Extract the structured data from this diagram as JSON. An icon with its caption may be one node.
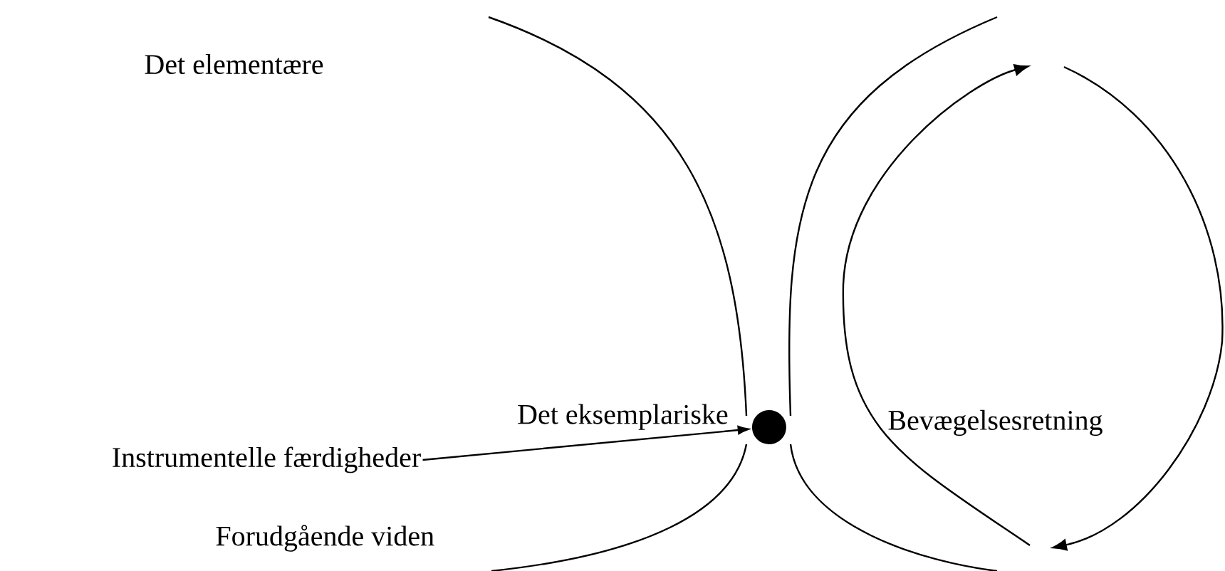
{
  "diagram": {
    "nodes": [
      {
        "text": [],
        "shape": "circle",
        "beside": [
          "Det eksemplariske"
        ]
      },
      {
        "text": [
          "Instrumentelle færdigheder"
        ]
      }
    ],
    "edges": [
      {
        "from": 1,
        "to": 0,
        "arrow": "to"
      }
    ],
    "labels": [
      "Det elementære",
      "Bevægelsesretning",
      "Forudgående viden"
    ]
  }
}
